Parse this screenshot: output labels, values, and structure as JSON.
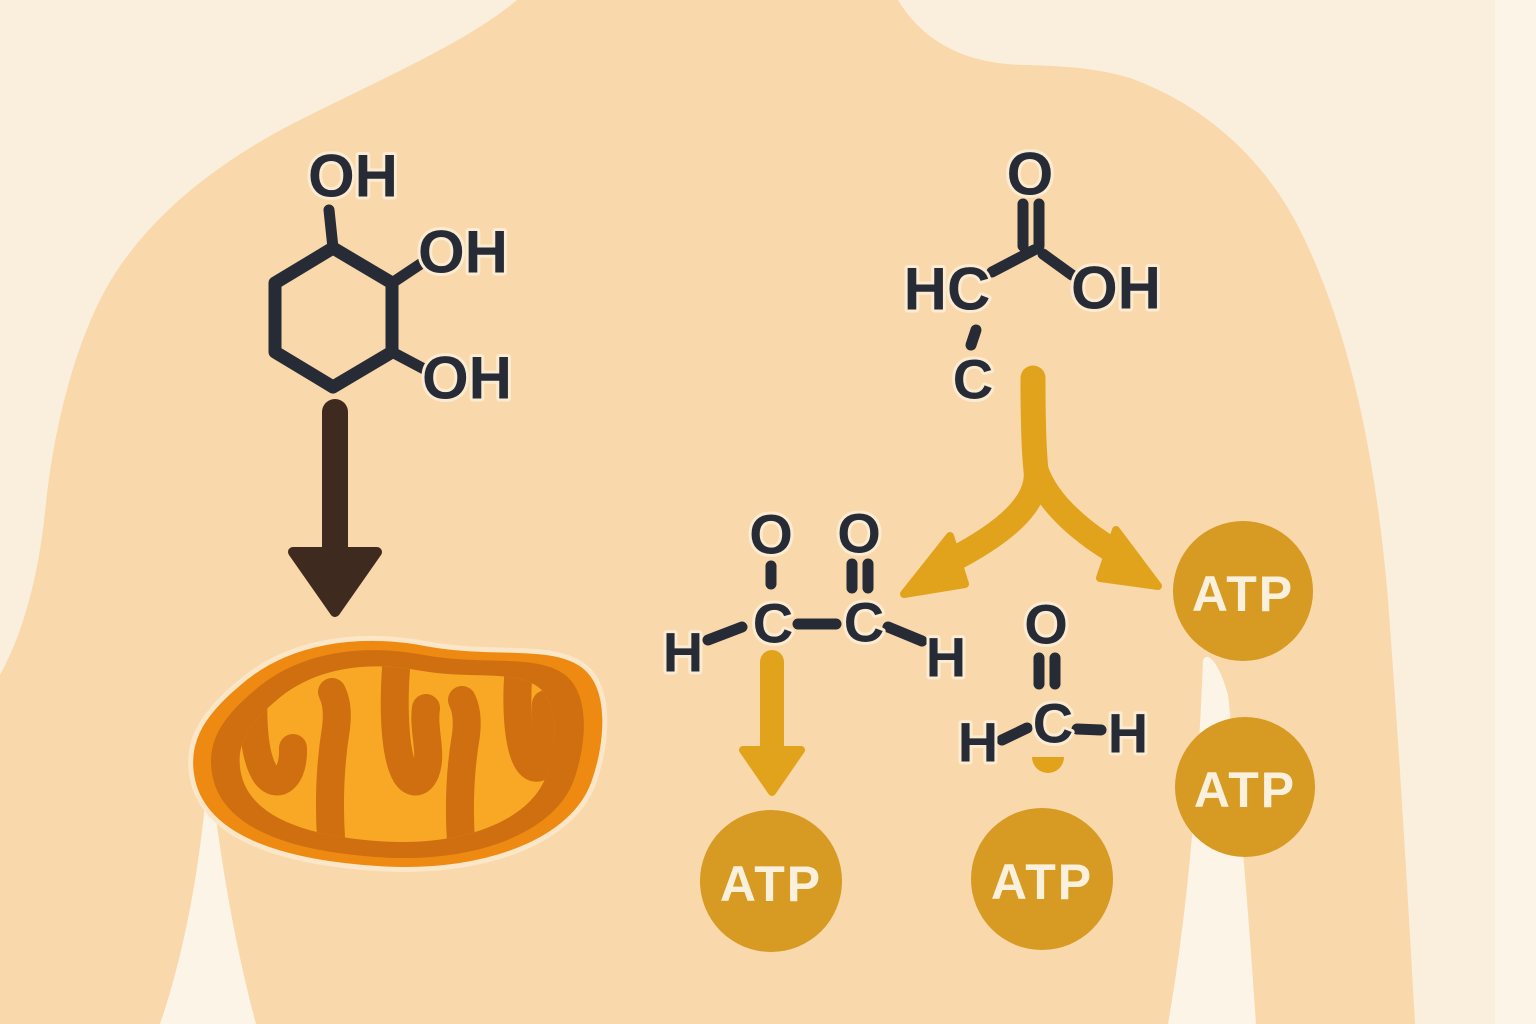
{
  "figure": {
    "description": "Illustration of cellular energy metabolism: a sugar molecule enters a mitochondrion in a human torso and is broken down into intermediates that yield ATP",
    "colors": {
      "background": "#FAEEDD",
      "background_edge": "#FCF4E7",
      "body": "#F9D8AB",
      "body_gap": "#FCF4E6",
      "ink": "#262B36",
      "ink_halo": "#FBEBD1",
      "brown_arrow": "#3E2A1E",
      "gold_arrow": "#E2A31C",
      "atp_fill": "#D79A22",
      "atp_text": "#FAF0DB",
      "mito_halo": "#FBE7C8",
      "mito_outer_membrane": "#EE8A12",
      "mito_inner_band": "#CF6F0F",
      "mito_matrix": "#F9A825"
    },
    "molecules": {
      "sugar_ring": {
        "oh_top": "OH",
        "oh_upper_right": "OH",
        "oh_lower_right": "OH"
      },
      "fatty_acid": {
        "hc": "HC",
        "o": "O",
        "oh": "OH",
        "c": "C"
      },
      "intermediate": {
        "o_left": "O",
        "o_right": "O",
        "h_left": "H",
        "c_left": "C",
        "c_right": "C",
        "h_right": "H"
      },
      "aldehyde": {
        "o": "O",
        "h_left": "H",
        "c": "C",
        "h_right": "H"
      }
    },
    "labels": {
      "atp": "ATP"
    }
  }
}
